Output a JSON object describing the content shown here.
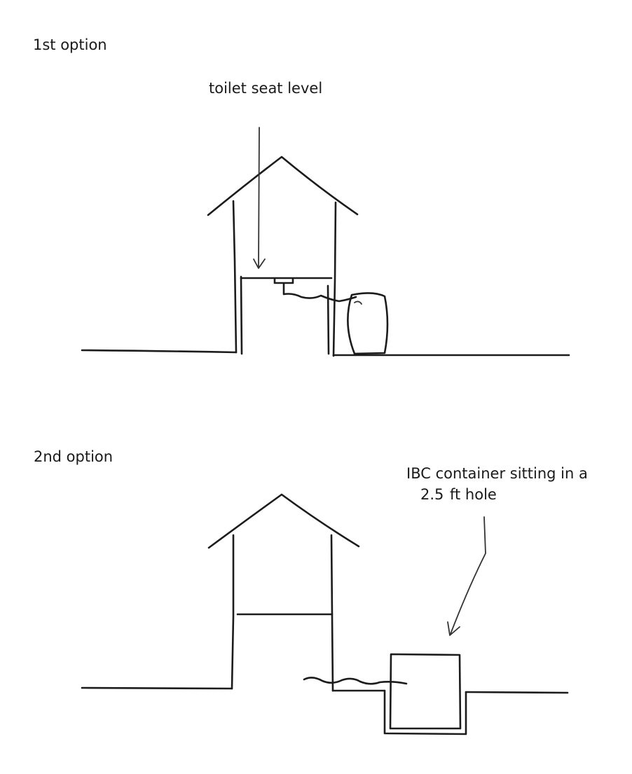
{
  "option1": {
    "label": "1st option",
    "seat_annotation": "toilet seat level"
  },
  "option2": {
    "label": "2nd option",
    "container_annotation_line1": "IBC container sitting in a",
    "container_annotation_line2_number": "2.5",
    "container_annotation_line2_rest": "ft hole"
  },
  "colors": {
    "background": "#ffffff",
    "ink": "#1c1c1c"
  }
}
